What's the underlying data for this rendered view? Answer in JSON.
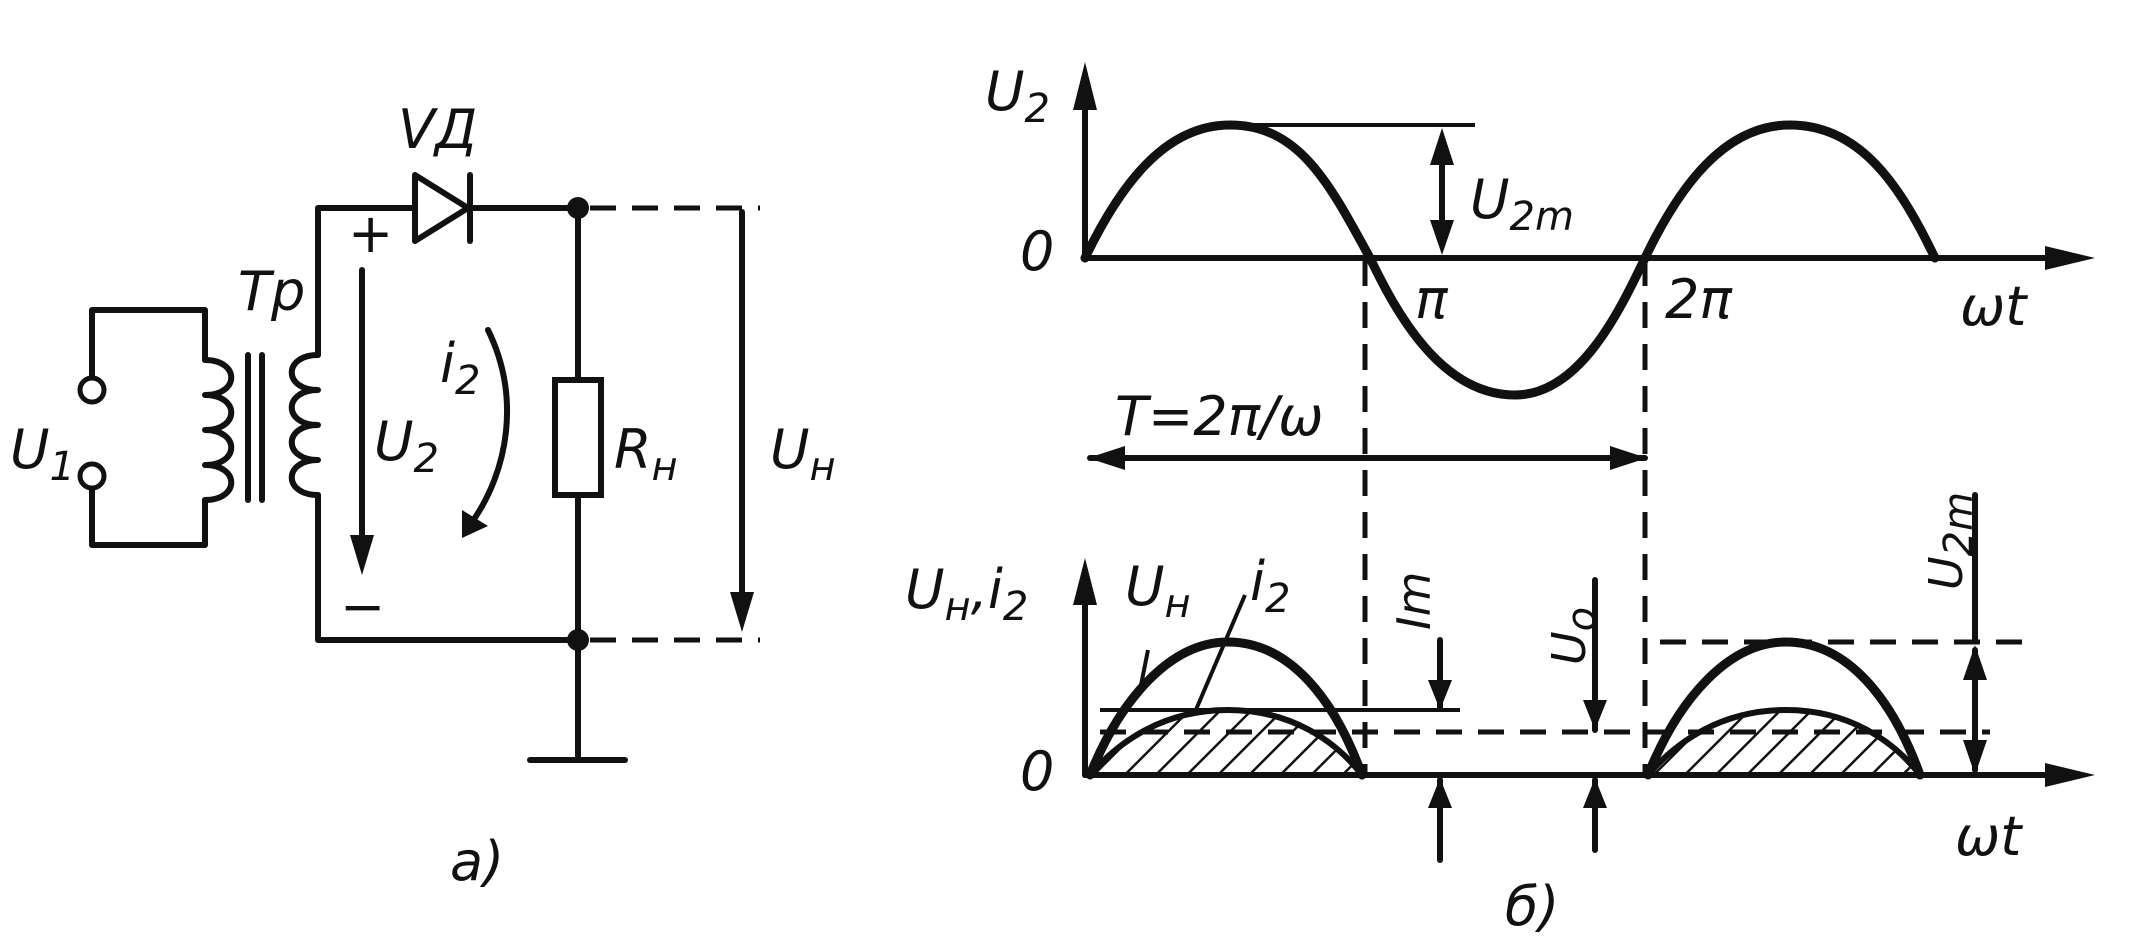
{
  "circuit": {
    "input_label": "U",
    "input_sub": "1",
    "transformer_label": "Tp",
    "diode_label": "VД",
    "plus_sign": "+",
    "minus_sign": "−",
    "secondary_voltage_label": "U",
    "secondary_voltage_sub": "2",
    "current_label": "i",
    "current_sub": "2",
    "load_label": "R",
    "load_sub": "н",
    "output_voltage_label": "U",
    "output_voltage_sub": "н",
    "caption": "а)"
  },
  "upper_graph": {
    "y_axis_label": "U",
    "y_axis_sub": "2",
    "origin_label": "0",
    "amplitude_label": "U",
    "amplitude_sub": "2m",
    "tick_pi": "π",
    "tick_2pi": "2π",
    "x_axis_label": "ωt",
    "period_label": "T=2π/ω"
  },
  "lower_graph": {
    "y_axis_label": "U",
    "y_axis_sub": "н",
    "y_axis_label2": ",i",
    "y_axis_sub2": "2",
    "origin_label": "0",
    "curve_label_u": "U",
    "curve_label_u_sub": "н",
    "curve_label_i": "i",
    "curve_label_i_sub": "2",
    "current_peak_label": "Im",
    "average_label": "U",
    "average_sub": "o",
    "amplitude_label": "U",
    "amplitude_sub": "2m",
    "x_axis_label": "ωt",
    "caption": "б)"
  }
}
